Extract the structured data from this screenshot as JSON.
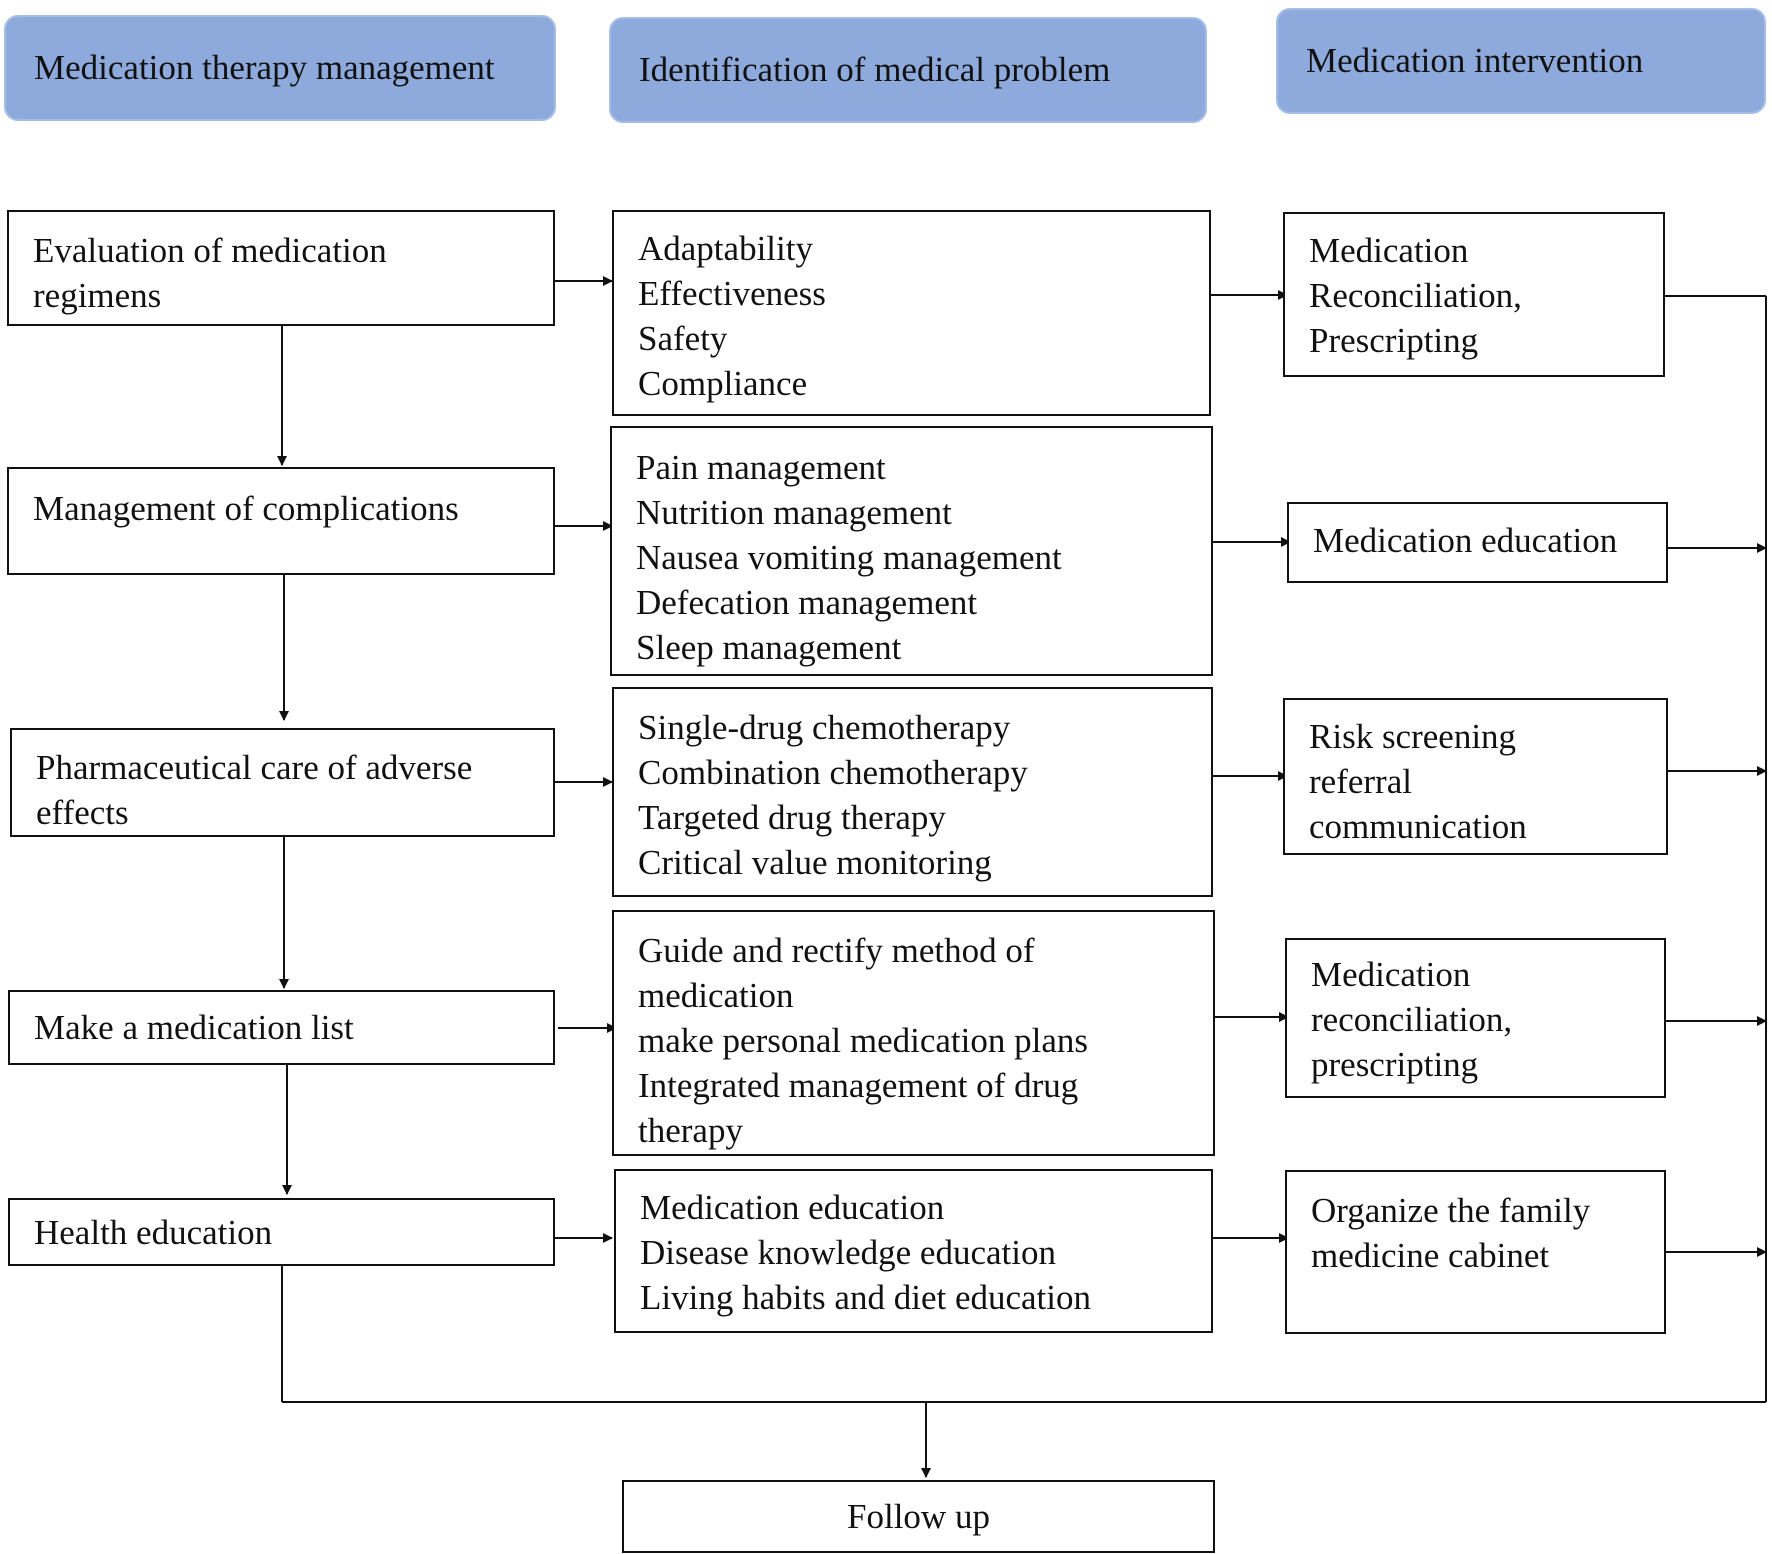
{
  "headers": {
    "mtm": "Medication therapy management",
    "identification": "Identification of medical problem",
    "intervention": "Medication intervention"
  },
  "left_column": [
    {
      "lines": [
        "Evaluation of medication",
        "regimens"
      ]
    },
    {
      "lines": [
        "Management of complications"
      ]
    },
    {
      "lines": [
        "Pharmaceutical care of adverse",
        "effects"
      ]
    },
    {
      "lines": [
        "Make a medication list"
      ]
    },
    {
      "lines": [
        "Health education"
      ]
    }
  ],
  "middle_column": [
    {
      "lines": [
        "Adaptability",
        "Effectiveness",
        "Safety",
        "Compliance"
      ]
    },
    {
      "lines": [
        "Pain management",
        "Nutrition management",
        "Nausea vomiting management",
        "Defecation management",
        "Sleep management"
      ]
    },
    {
      "lines": [
        "Single-drug chemotherapy",
        "Combination chemotherapy",
        "Targeted drug therapy",
        "Critical value monitoring"
      ]
    },
    {
      "lines": [
        "Guide and rectify method of",
        "medication",
        "make personal medication plans",
        "Integrated management of drug",
        "therapy"
      ]
    },
    {
      "lines": [
        "Medication education",
        "Disease knowledge education",
        "Living habits and diet education"
      ]
    }
  ],
  "right_column": [
    {
      "lines": [
        "Medication",
        "Reconciliation,",
        "Prescripting"
      ]
    },
    {
      "lines": [
        "Medication education"
      ]
    },
    {
      "lines": [
        "Risk screening",
        "referral",
        "communication"
      ]
    },
    {
      "lines": [
        "Medication",
        "reconciliation,",
        "prescripting"
      ]
    },
    {
      "lines": [
        "Organize the family",
        "medicine cabinet"
      ]
    }
  ],
  "follow_up": "Follow up",
  "colors": {
    "header_fill": "#8eaadc",
    "line": "#111111",
    "box_fill": "#ffffff"
  }
}
